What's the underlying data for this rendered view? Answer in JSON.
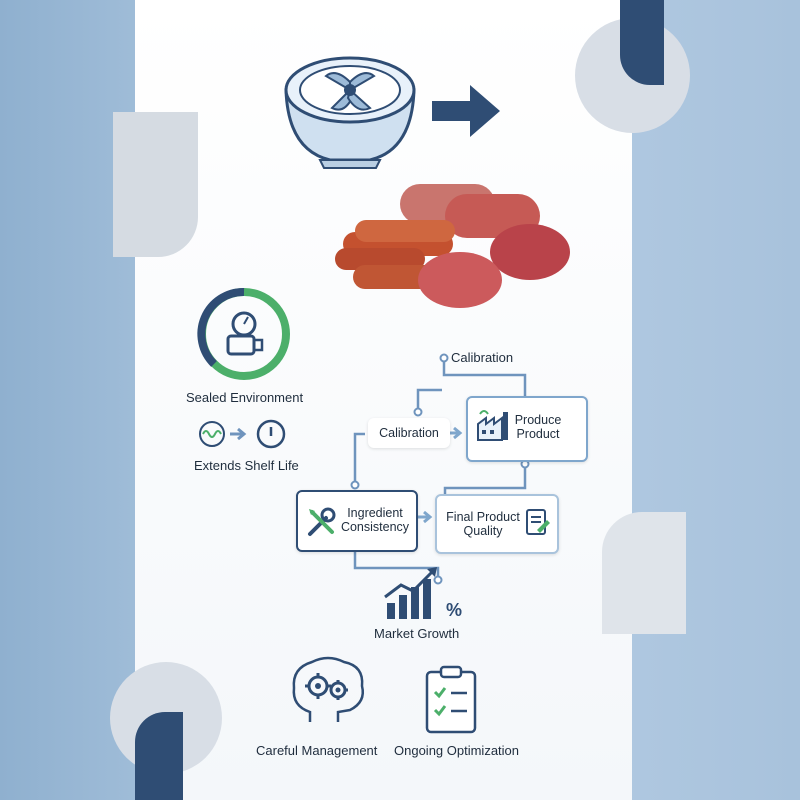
{
  "diagram": {
    "labels": {
      "sealed_environment": "Sealed Environment",
      "extends_shelf_life": "Extends Shelf Life",
      "calibration_top": "Calibration",
      "calibration_mid": "Calibration",
      "produce_product": "Produce Product",
      "ingredient_consistency": "Ingredient Consistency",
      "final_product_quality": "Final Product Quality",
      "market_growth": "Market Growth",
      "percent_sign": "%",
      "careful_management": "Careful Management",
      "ongoing_optimization": "Ongoing Optimization"
    },
    "icons": [
      "mixer-bowl-icon",
      "arrow-right-icon",
      "meat-products-image",
      "gauge-ring-icon",
      "wave-arrow-icon",
      "timer-icon",
      "factory-icon",
      "tools-icon",
      "document-check-icon",
      "bar-chart-growth-icon",
      "brain-gears-icon",
      "checklist-icon"
    ],
    "colors": {
      "navy": "#2f4d74",
      "green": "#4caf6a",
      "light_blue": "#7fa6cc",
      "connector": "#6f94bd"
    }
  }
}
